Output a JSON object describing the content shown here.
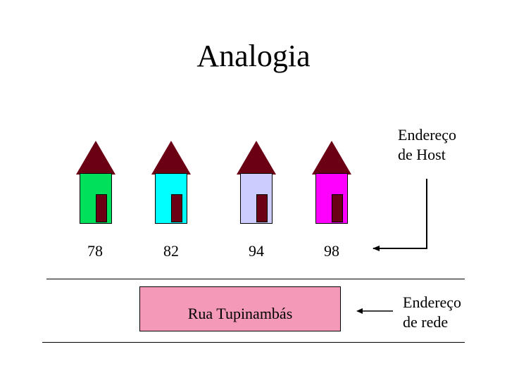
{
  "title": "Analogia",
  "houses": [
    {
      "number": "78",
      "wall_color": "#00e05a"
    },
    {
      "number": "82",
      "wall_color": "#00ffff"
    },
    {
      "number": "94",
      "wall_color": "#ccccff"
    },
    {
      "number": "98",
      "wall_color": "#ff00ff"
    }
  ],
  "roof_color": "#6b0015",
  "street": {
    "name": "Rua Tupinambás",
    "color": "#f499b8"
  },
  "host_label": {
    "line1": "Endereço",
    "line2": "de Host"
  },
  "network_label": {
    "line1": "Endereço",
    "line2": "de rede"
  }
}
